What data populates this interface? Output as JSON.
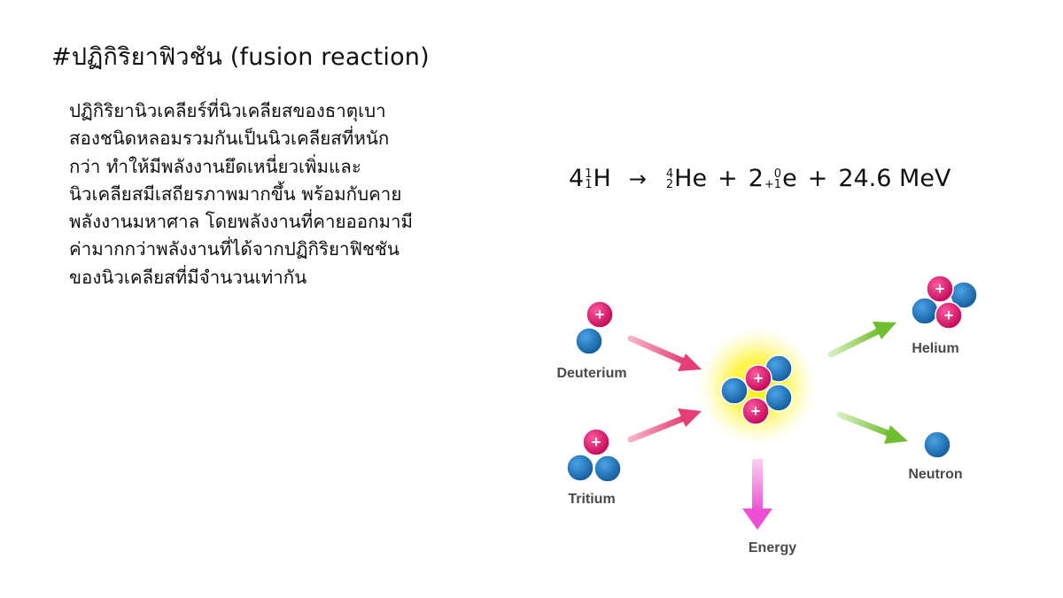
{
  "slide": {
    "title": "#ปฏิกิริยาฟิวชัน (fusion reaction)",
    "body_lines": [
      "ปฏิกิริยานิวเคลียร์ที่นิวเคลียสของธาตุเบา",
      "สองชนิดหลอมรวมกันเป็นนิวเคลียสที่หนัก",
      "กว่า ทำให้มีพลังงานยึดเหนี่ยวเพิ่มและ",
      "นิวเคลียสมีเสถียรภาพมากขึ้น พร้อมกับคาย",
      "พลังงานมหาศาล โดยพลังงานที่คายออกมามี",
      "ค่ามากกว่าพลังงานที่ได้จากปฏิกิริยาฟิชชัน",
      "ของนิวเคลียสที่มีจำนวนเท่ากัน"
    ]
  },
  "equation": {
    "reactant": {
      "coefficient": "4",
      "mass": "1",
      "atomic": "1",
      "symbol": "H"
    },
    "arrow": "→",
    "product1": {
      "mass": "4",
      "atomic": "2",
      "symbol": "He"
    },
    "plus": "+",
    "product2": {
      "coefficient": "2",
      "mass": "0",
      "atomic": "+1",
      "symbol": "e"
    },
    "energy": "24.6 MeV"
  },
  "diagram": {
    "labels": {
      "deuterium": "Deuterium",
      "tritium": "Tritium",
      "helium": "Helium",
      "neutron": "Neutron",
      "energy": "Energy"
    },
    "proton_symbol": "+",
    "colors": {
      "proton": "#e0146e",
      "neutron": "#1c74bb",
      "arrow_in": "#e8477c",
      "arrow_out": "#79c23a",
      "energy_arrow": "#ee55d6",
      "glow": "#fff100"
    }
  }
}
